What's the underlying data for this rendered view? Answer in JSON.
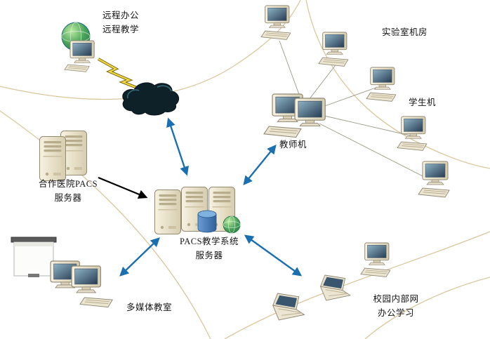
{
  "labels": {
    "remote": "远程办公\n远程教学",
    "lab_room": "实验室机房",
    "student": "学生机",
    "teacher": "教师机",
    "hospital_server": "合作医院PACS\n服务器",
    "pacs_server": "PACS教学系统\n服务器",
    "multimedia": "多媒体教室",
    "campus": "校园内部网\n办公学习"
  },
  "colors": {
    "arrow_blue": "#1a6fb0",
    "arrow_black": "#000000",
    "curve_tan": "#d9c89e",
    "link_gray": "#9a9a8a",
    "cloud_dark": "#0e2129"
  },
  "icons": {
    "internet_cloud": "cloud",
    "remote_globe": "globe-with-monitor",
    "lightning": "lightning-bolt",
    "server_tower": "server-tower",
    "database": "database-cylinder",
    "world": "globe",
    "desktop_pc": "desktop-computer",
    "dual_workstation": "dual-monitor-workstation",
    "laptop": "laptop",
    "projector": "projector-screen"
  }
}
